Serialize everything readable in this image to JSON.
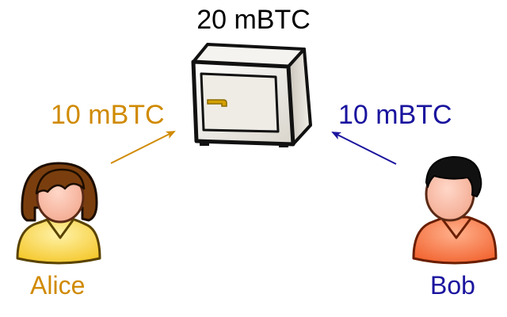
{
  "safe": {
    "total_label": "20 mBTC"
  },
  "alice": {
    "name": "Alice",
    "amount_label": "10 mBTC"
  },
  "bob": {
    "name": "Bob",
    "amount_label": "10 mBTC"
  },
  "colors": {
    "alice": "#d08a00",
    "bob": "#1a149e",
    "safe_text": "#000000",
    "alice_shirt": "#f4d03f",
    "bob_shirt": "#f36b3b",
    "skin": "#f7b9a2",
    "alice_hair": "#7a3e0e",
    "bob_hair": "#111111",
    "safe_body": "#f1efea",
    "handle": "#d4a000"
  }
}
